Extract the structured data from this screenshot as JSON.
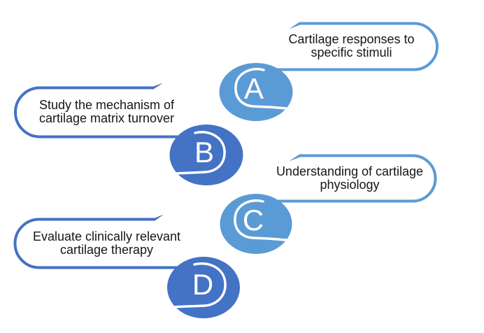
{
  "diagram": {
    "description": "Four-step cartilage research objectives diagram",
    "background": "#ffffff",
    "text_color": "#161616",
    "letter_color": "#ffffff",
    "colors": {
      "light_blue": "#5B9BD5",
      "dark_blue": "#4472C4",
      "white": "#ffffff"
    },
    "items": [
      {
        "letter": "A",
        "side": "right",
        "color": "#5B9BD5",
        "lines": [
          "Cartilage responses to",
          "specific stimuli"
        ]
      },
      {
        "letter": "B",
        "side": "left",
        "color": "#4472C4",
        "lines": [
          "Study the mechanism of",
          "cartilage matrix turnover"
        ]
      },
      {
        "letter": "C",
        "side": "right",
        "color": "#5B9BD5",
        "lines": [
          "Understanding of cartilage",
          "physiology"
        ]
      },
      {
        "letter": "D",
        "side": "left",
        "color": "#4472C4",
        "lines": [
          "Evaluate clinically relevant",
          "cartilage therapy"
        ]
      }
    ]
  }
}
